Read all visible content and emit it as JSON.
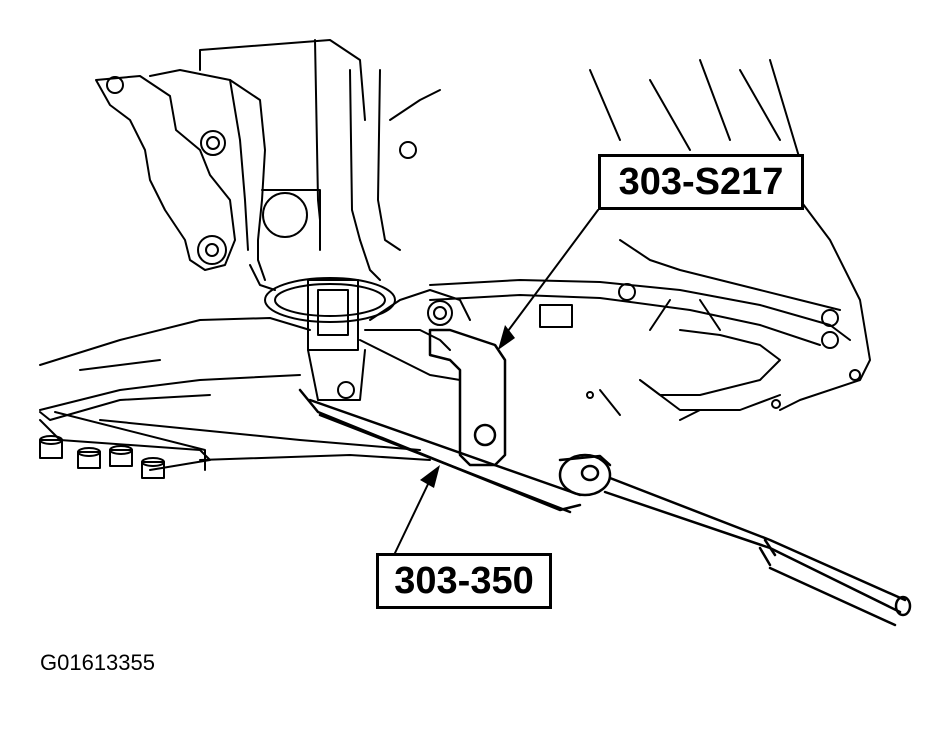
{
  "callouts": {
    "special_tool_bracket": "303-S217",
    "special_tool_bar": "303-350"
  },
  "figure_id": "G01613355",
  "colors": {
    "line": "#000000",
    "background": "#ffffff"
  }
}
